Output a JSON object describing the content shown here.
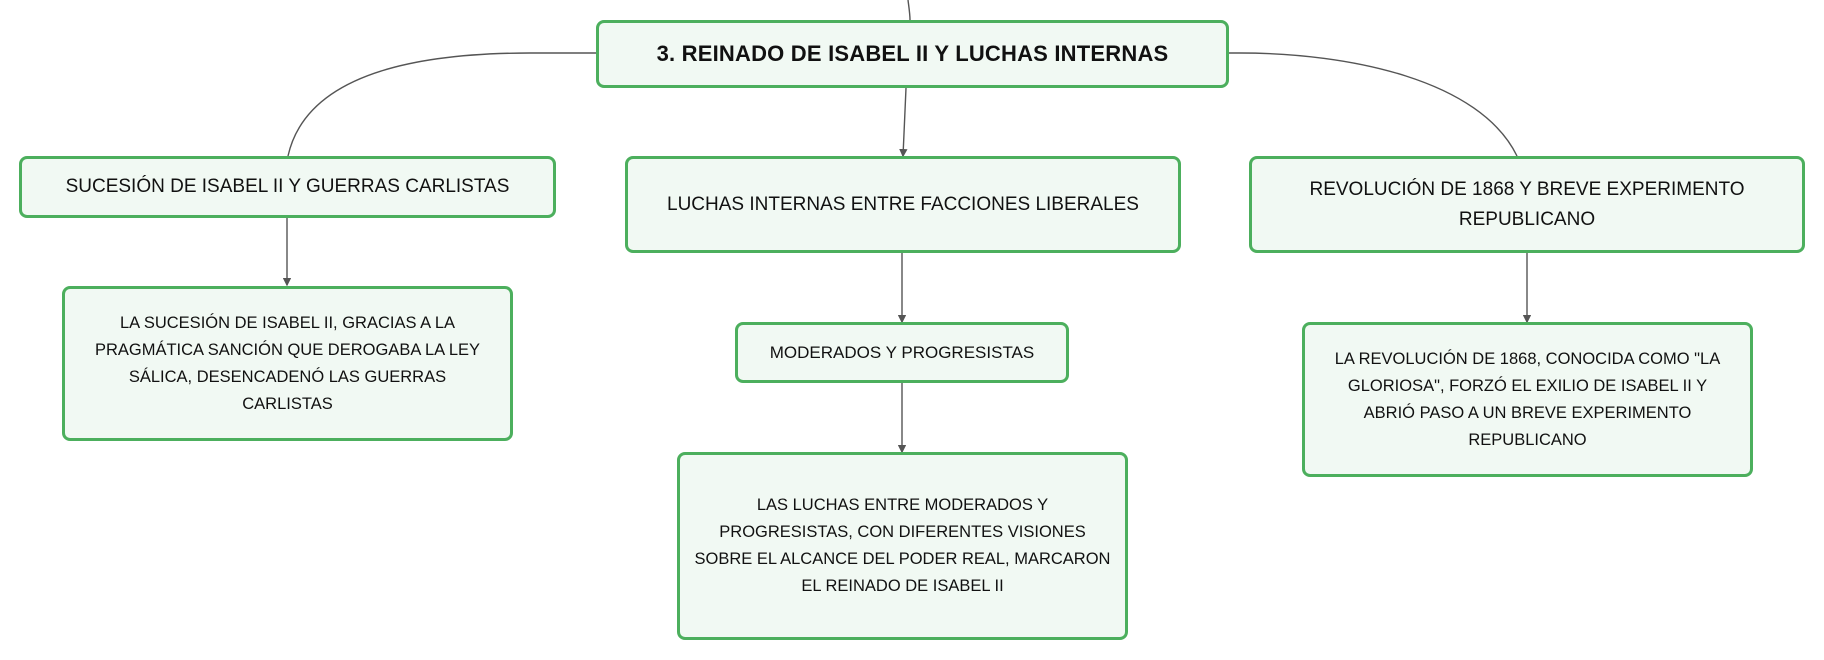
{
  "colors": {
    "node_border": "#4caf5d",
    "node_fill": "#f1f9f3",
    "connector": "#555555",
    "text": "#111111"
  },
  "root": {
    "label": "3. REINADO DE ISABEL II Y LUCHAS INTERNAS"
  },
  "branches": [
    {
      "label": "SUCESIÓN DE ISABEL II Y GUERRAS CARLISTAS",
      "children": [
        {
          "label": "LA SUCESIÓN DE ISABEL II, GRACIAS A LA PRAGMÁTICA SANCIÓN QUE DEROGABA LA LEY SÁLICA, DESENCADENÓ LAS GUERRAS CARLISTAS"
        }
      ]
    },
    {
      "label": "LUCHAS INTERNAS ENTRE FACCIONES LIBERALES",
      "children": [
        {
          "label": "MODERADOS Y PROGRESISTAS"
        },
        {
          "label": "LAS LUCHAS ENTRE MODERADOS Y PROGRESISTAS, CON DIFERENTES VISIONES SOBRE EL ALCANCE DEL PODER REAL, MARCARON EL REINADO DE ISABEL II"
        }
      ]
    },
    {
      "label": "REVOLUCIÓN DE 1868 Y BREVE EXPERIMENTO REPUBLICANO",
      "children": [
        {
          "label": "LA REVOLUCIÓN DE 1868, CONOCIDA COMO \"LA GLORIOSA\", FORZÓ EL EXILIO DE ISABEL II Y ABRIÓ PASO A UN BREVE EXPERIMENTO REPUBLICANO"
        }
      ]
    }
  ]
}
